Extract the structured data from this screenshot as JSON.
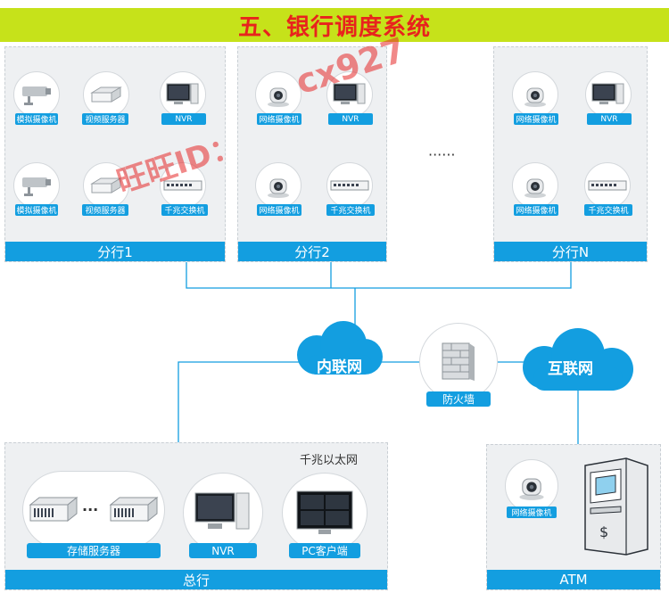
{
  "title": "五、银行调度系统",
  "watermark": {
    "text1": "旺旺ID：",
    "text2": "cx927"
  },
  "branches": [
    {
      "label": "分行1",
      "devices": [
        "模拟摄像机",
        "视频服务器",
        "NVR",
        "模拟摄像机",
        "视频服务器",
        "千兆交换机"
      ]
    },
    {
      "label": "分行2",
      "devices": [
        "网络摄像机",
        "NVR",
        "网络摄像机",
        "千兆交换机"
      ]
    },
    {
      "label": "分行N",
      "devices": [
        "网络摄像机",
        "NVR",
        "网络摄像机",
        "千兆交换机"
      ]
    }
  ],
  "ellipsis": "······",
  "network": {
    "intranet": "内联网",
    "firewall": "防火墙",
    "internet": "互联网"
  },
  "hq": {
    "label": "总行",
    "ethernet": "千兆以太网",
    "storage": "存储服务器",
    "ellipsis": "···",
    "nvr": "NVR",
    "pc": "PC客户端"
  },
  "atm": {
    "label": "ATM",
    "camera": "网络摄像机"
  },
  "colors": {
    "accent": "#139ee0",
    "title_bg": "#c6e21a",
    "title_text": "#e8231d",
    "panel_bg": "#eef0f2"
  }
}
